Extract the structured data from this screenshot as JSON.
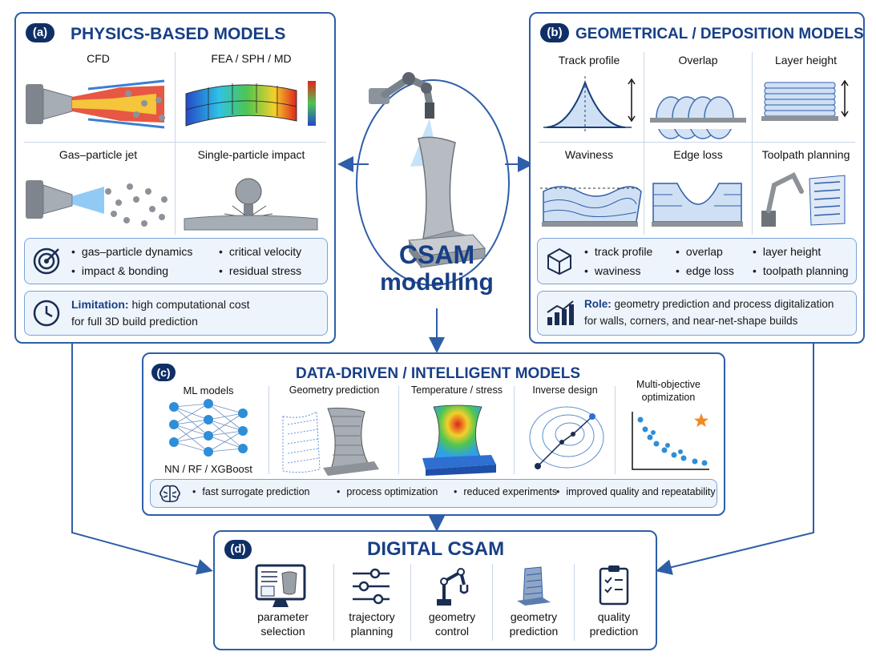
{
  "panel_a": {
    "badge": "(a)",
    "title": "PHYSICS-BASED MODELS",
    "cells": [
      "CFD",
      "FEA / SPH / MD",
      "Gas–particle jet",
      "Single-particle impact"
    ],
    "bullets": [
      "gas–particle dynamics",
      "critical velocity",
      "impact & bonding",
      "residual stress"
    ],
    "limitation_label": "Limitation:",
    "limitation_text_1": "high computational cost",
    "limitation_text_2": "for full 3D build prediction"
  },
  "panel_b": {
    "badge": "(b)",
    "title": "GEOMETRICAL / DEPOSITION MODELS",
    "cells": [
      "Track profile",
      "Overlap",
      "Layer height",
      "Waviness",
      "Edge loss",
      "Toolpath planning"
    ],
    "bullets": [
      "track profile",
      "overlap",
      "layer height",
      "waviness",
      "edge loss",
      "toolpath planning"
    ],
    "role_label": "Role:",
    "role_text_1": "geometry prediction and process digitalization",
    "role_text_2": "for walls, corners, and near-net-shape builds"
  },
  "center": {
    "line1": "CSAM",
    "line2": "modelling"
  },
  "panel_c": {
    "badge": "(c)",
    "title": "DATA-DRIVEN / INTELLIGENT MODELS",
    "cells": [
      "ML models",
      "Geometry prediction",
      "Temperature / stress",
      "Inverse design",
      "Multi-objective optimization"
    ],
    "ml_sub": "NN / RF / XGBoost",
    "bullets": [
      "fast surrogate prediction",
      "process optimization",
      "reduced experiments",
      "improved quality and repeatability"
    ]
  },
  "panel_d": {
    "badge": "(d)",
    "title": "DIGITAL CSAM",
    "items": [
      {
        "l1": "parameter",
        "l2": "selection",
        "icon": "monitor-icon"
      },
      {
        "l1": "trajectory",
        "l2": "planning",
        "icon": "sliders-icon"
      },
      {
        "l1": "geometry",
        "l2": "control",
        "icon": "robot-arm-icon"
      },
      {
        "l1": "geometry",
        "l2": "prediction",
        "icon": "part-icon"
      },
      {
        "l1": "quality",
        "l2": "prediction",
        "icon": "checklist-icon"
      }
    ]
  },
  "colors": {
    "frame": "#2f5ea8",
    "title": "#173f86",
    "badge": "#0f2f66",
    "accent_orange": "#f08a24"
  }
}
